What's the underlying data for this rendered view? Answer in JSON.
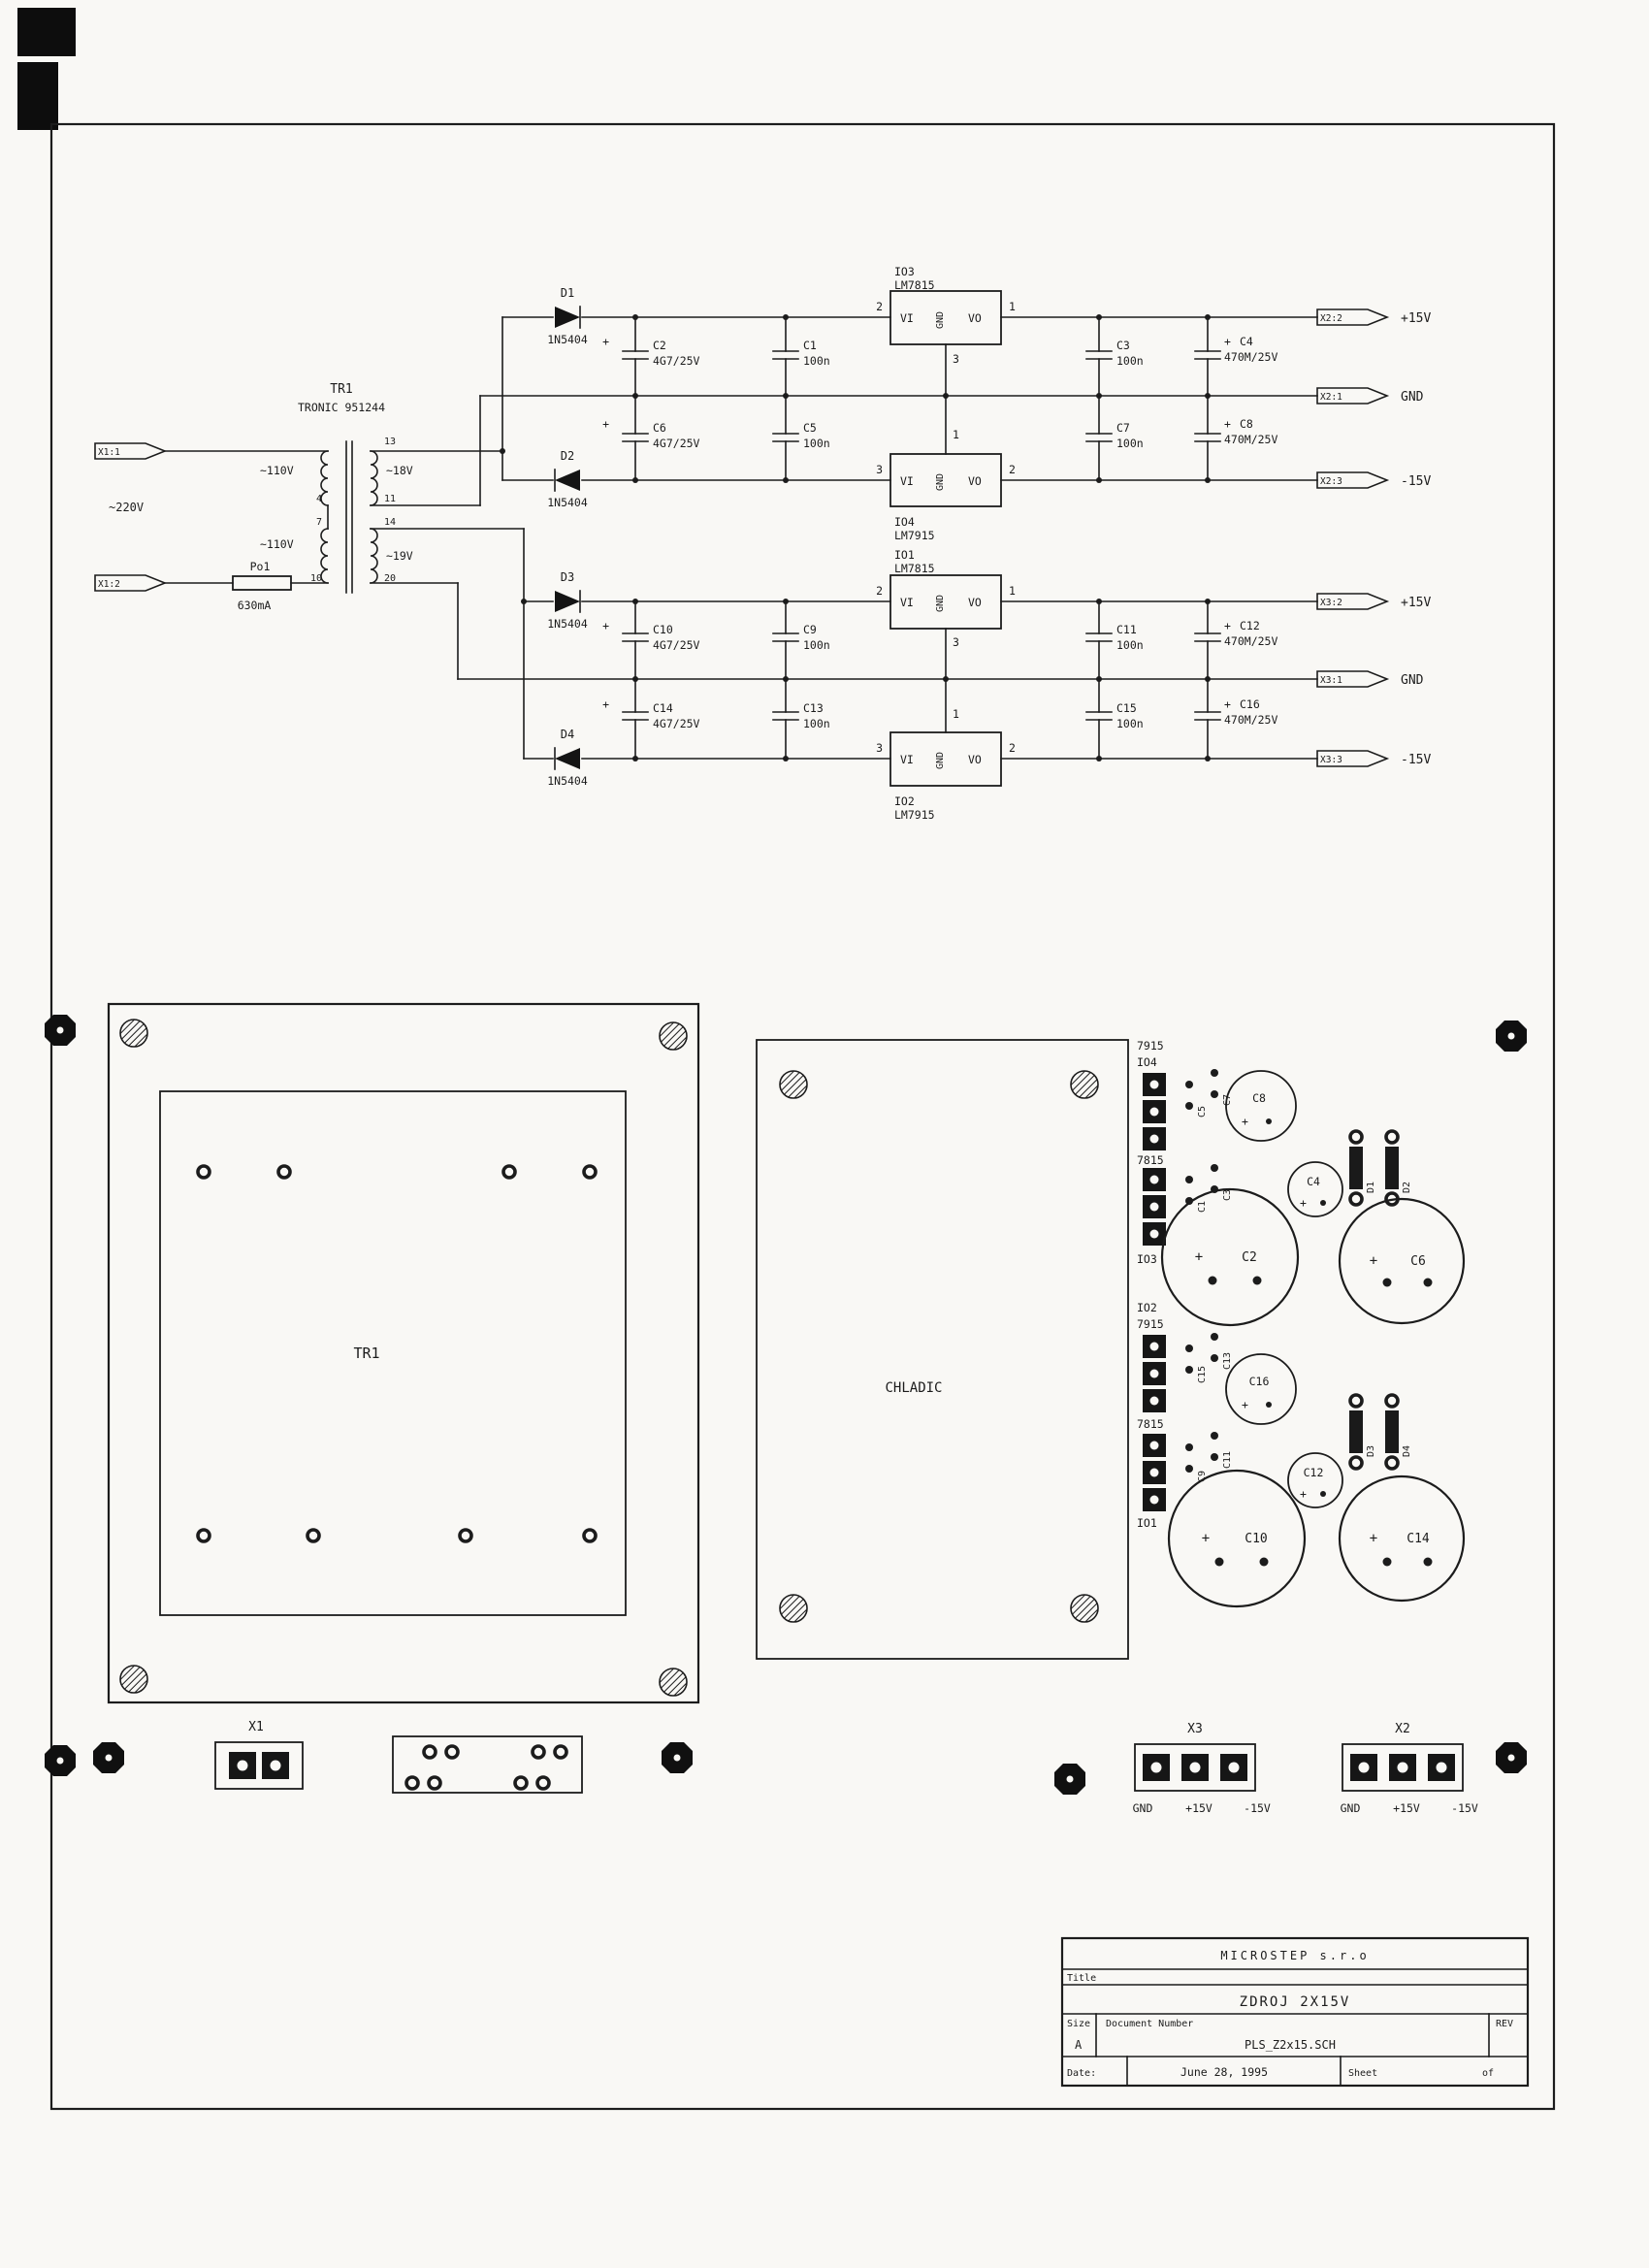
{
  "schematic": {
    "inputs": {
      "conn1": "X1:1",
      "conn2": "X1:2",
      "mains": "~220V",
      "fuse_ref": "Po1",
      "fuse_rating": "630mA"
    },
    "transformer": {
      "ref": "TR1",
      "part": "TRONIC 951244",
      "prim1_v": "~110V",
      "prim2_v": "~110V",
      "sec1_v": "~18V",
      "sec2_v": "~19V",
      "pin13": "13",
      "pin11": "11",
      "pin4": "4",
      "pin7": "7",
      "pin14": "14",
      "pin10": "10",
      "pin20": "20"
    },
    "diodes": {
      "d1": "D1",
      "d2": "D2",
      "d3": "D3",
      "d4": "D4",
      "part": "1N5404"
    },
    "regulators": {
      "vi": "VI",
      "vo": "VO",
      "gnd": "GND",
      "io3": {
        "ref": "IO3",
        "part": "LM7815",
        "pin_in": "2",
        "pin_out": "1",
        "pin_gnd": "3"
      },
      "io4": {
        "ref": "IO4",
        "part": "LM7915",
        "pin_in": "3",
        "pin_out": "2",
        "pin_gnd": "1"
      },
      "io1": {
        "ref": "IO1",
        "part": "LM7815",
        "pin_in": "2",
        "pin_out": "1",
        "pin_gnd": "3"
      },
      "io2": {
        "ref": "IO2",
        "part": "LM7915",
        "pin_in": "3",
        "pin_out": "2",
        "pin_gnd": "1"
      }
    },
    "plus": "+",
    "caps": {
      "c1": {
        "ref": "C1",
        "val": "100n"
      },
      "c2": {
        "ref": "C2",
        "val": "4G7/25V"
      },
      "c3": {
        "ref": "C3",
        "val": "100n"
      },
      "c4": {
        "ref": "C4",
        "val": "470M/25V"
      },
      "c5": {
        "ref": "C5",
        "val": "100n"
      },
      "c6": {
        "ref": "C6",
        "val": "4G7/25V"
      },
      "c7": {
        "ref": "C7",
        "val": "100n"
      },
      "c8": {
        "ref": "C8",
        "val": "470M/25V"
      },
      "c9": {
        "ref": "C9",
        "val": "100n"
      },
      "c10": {
        "ref": "C10",
        "val": "4G7/25V"
      },
      "c11": {
        "ref": "C11",
        "val": "100n"
      },
      "c12": {
        "ref": "C12",
        "val": "470M/25V"
      },
      "c13": {
        "ref": "C13",
        "val": "100n"
      },
      "c14": {
        "ref": "C14",
        "val": "4G7/25V"
      },
      "c15": {
        "ref": "C15",
        "val": "100n"
      },
      "c16": {
        "ref": "C16",
        "val": "470M/25V"
      }
    },
    "outputs": {
      "o1": {
        "conn": "X2:2",
        "net": "+15V"
      },
      "o2": {
        "conn": "X2:1",
        "net": "GND"
      },
      "o3": {
        "conn": "X2:3",
        "net": "-15V"
      },
      "o4": {
        "conn": "X3:2",
        "net": "+15V"
      },
      "o5": {
        "conn": "X3:1",
        "net": "GND"
      },
      "o6": {
        "conn": "X3:3",
        "net": "-15V"
      }
    }
  },
  "pcb": {
    "tr1": "TR1",
    "heatsink": "CHLADIC",
    "ics": {
      "g1a": "7915",
      "g1b": "IO4",
      "g2a": "7815",
      "g2b": "IO3",
      "g3a": "IO2",
      "g3b": "7915",
      "g4a": "7815",
      "g4b": "IO1"
    },
    "x1": "X1",
    "x2": "X2",
    "x3": "X3",
    "pin_gnd": "GND",
    "pin_p15": "+15V",
    "pin_m15": "-15V"
  },
  "titleblock": {
    "company": "MICROSTEP s.r.o",
    "title_label": "Title",
    "title": "ZDROJ 2X15V",
    "size_label": "Size",
    "size": "A",
    "doc_label": "Document Number",
    "doc": "PLS_Z2x15.SCH",
    "rev_label": "REV",
    "date_label": "Date:",
    "date": "June 28, 1995",
    "sheet_label": "Sheet",
    "of_label": "of"
  }
}
